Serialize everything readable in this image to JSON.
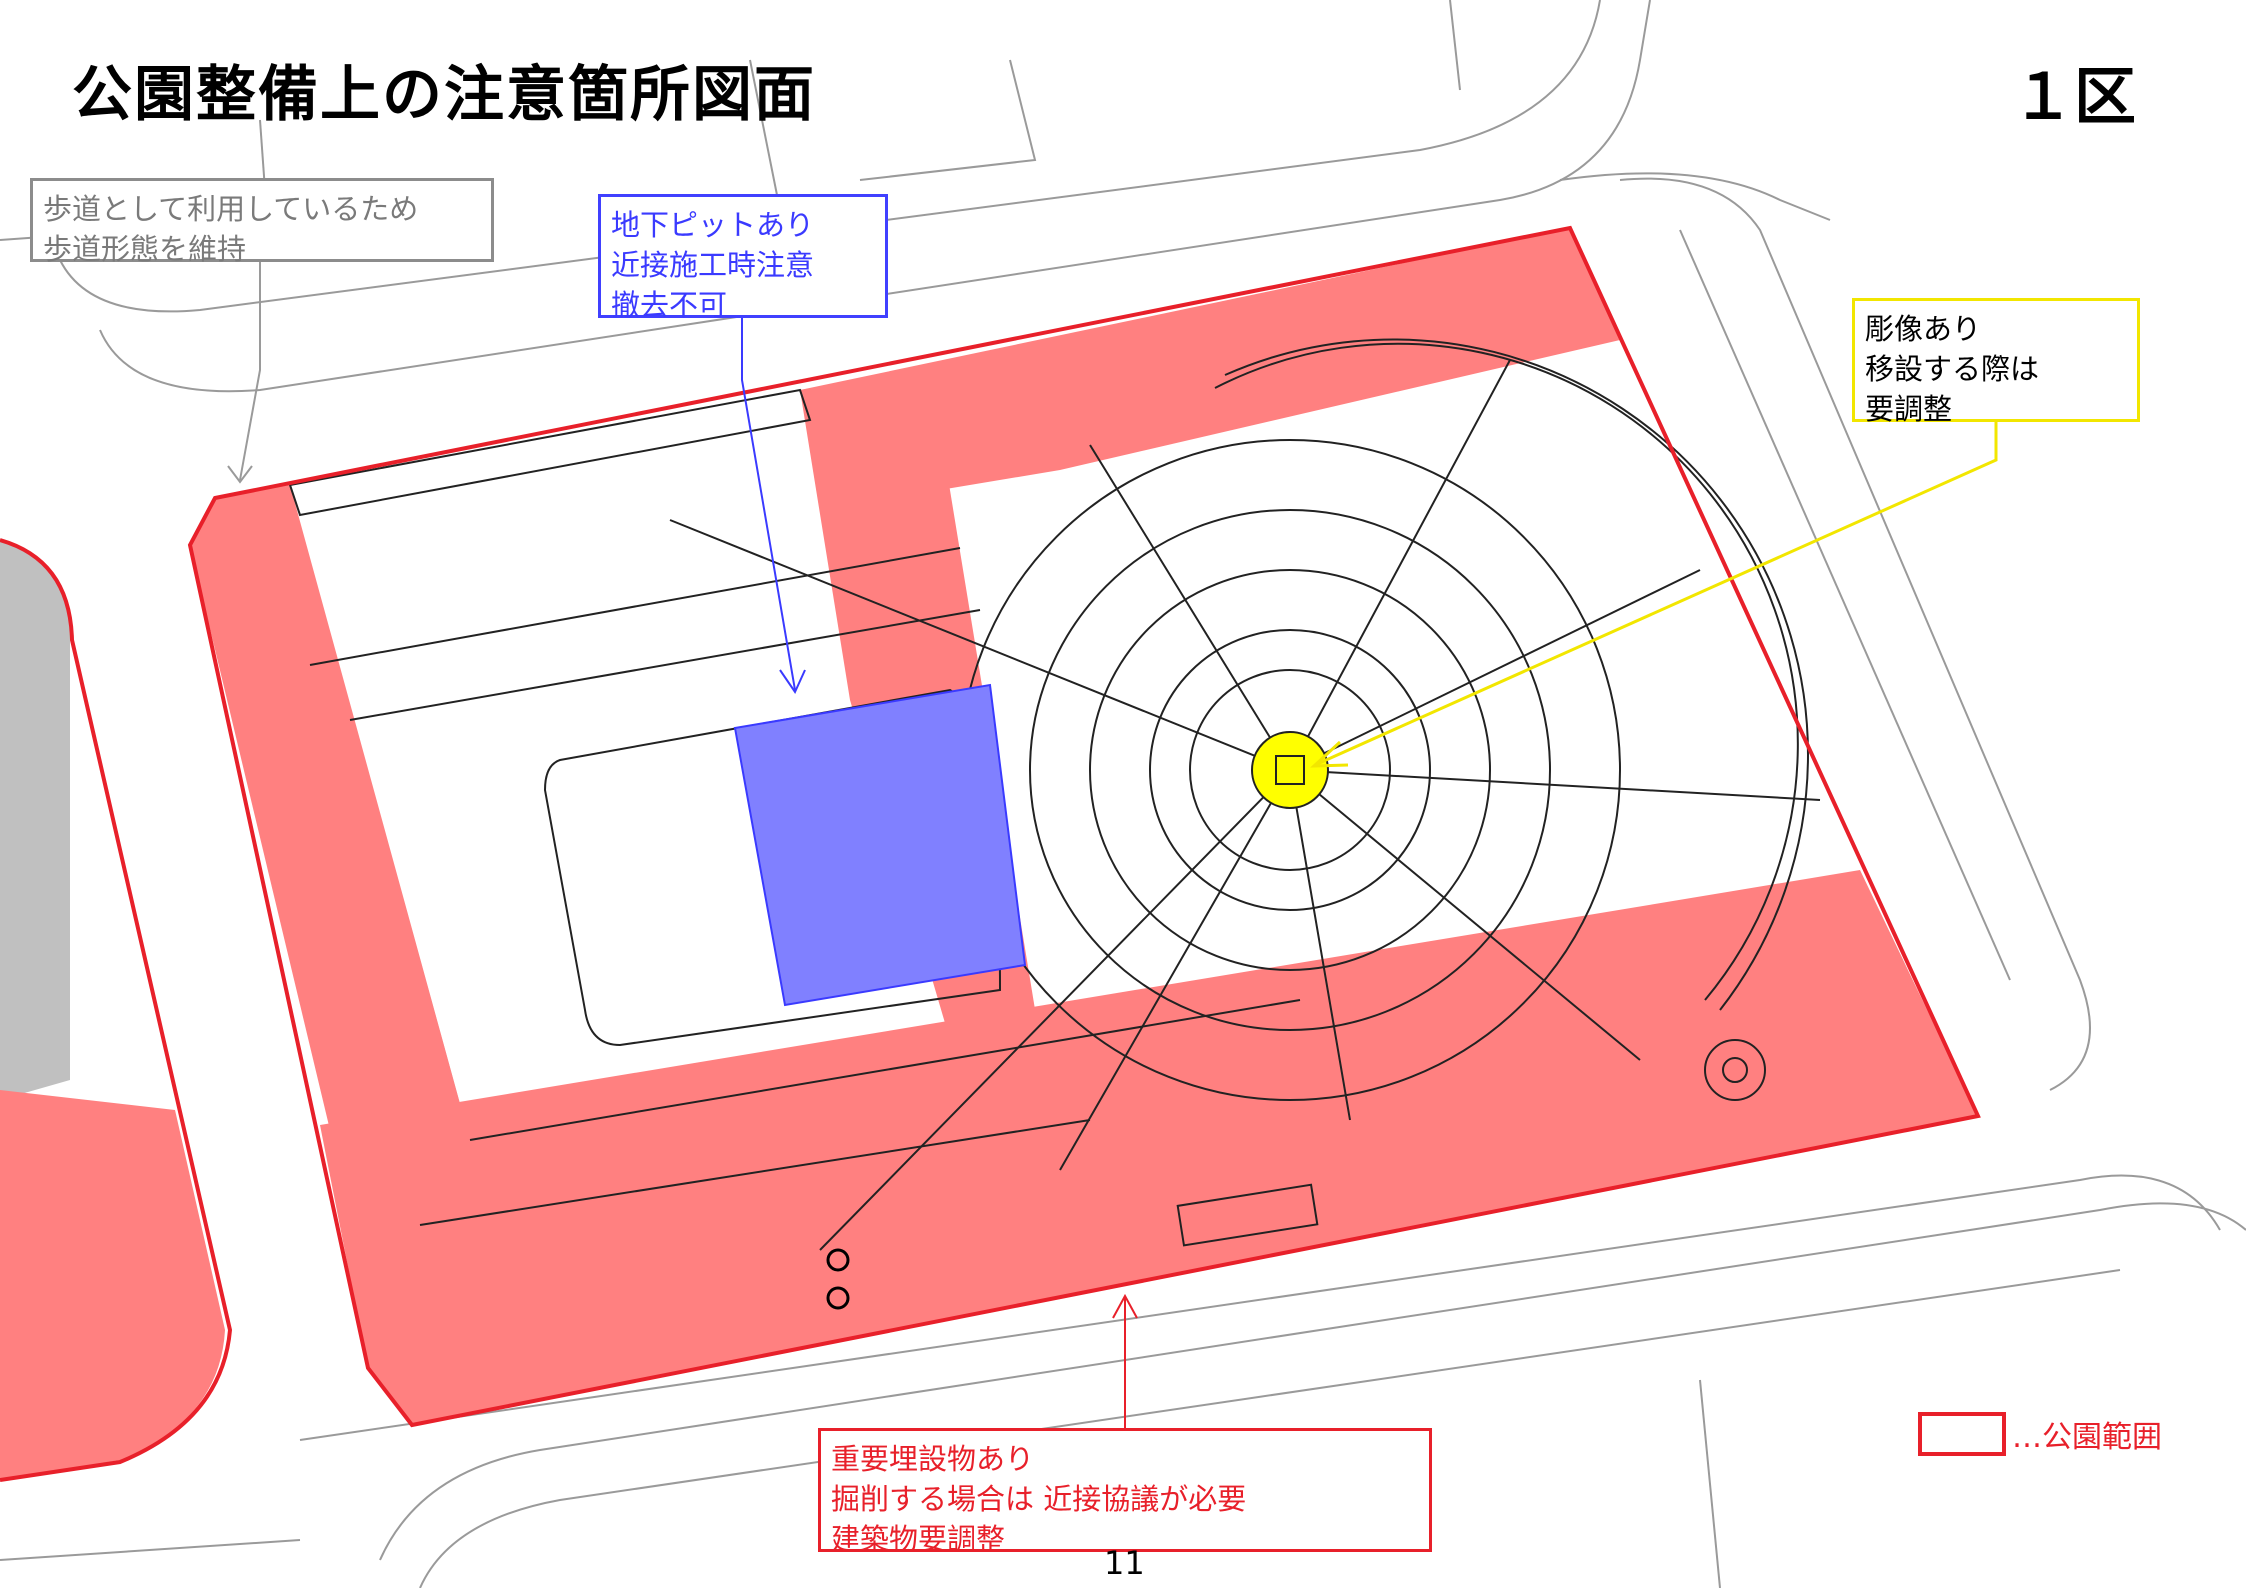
{
  "header": {
    "title": "公園整備上の注意箇所図面",
    "section": "１区"
  },
  "annotations": {
    "sidewalk": "歩道として利用しているため\n歩道形態を維持",
    "underground_pit": "地下ピットあり\n近接施工時注意\n撤去不可",
    "sculpture": "彫像あり\n移設する際は\n要調整",
    "buried_object": "重要埋設物あり\n掘削する場合は 近接協議が必要\n建築物要調整"
  },
  "legend": {
    "label": "…公園範囲"
  },
  "footer": {
    "page_number": "11"
  },
  "colors": {
    "park_boundary": "#e8202a",
    "caution_fill": "#ff8080",
    "pit_fill": "#8080ff",
    "sculpture_fill": "#ffff00",
    "sidewalk_fill": "#c0c0c0",
    "green_area": "#00ee00",
    "linework": "#9a9a9a"
  }
}
